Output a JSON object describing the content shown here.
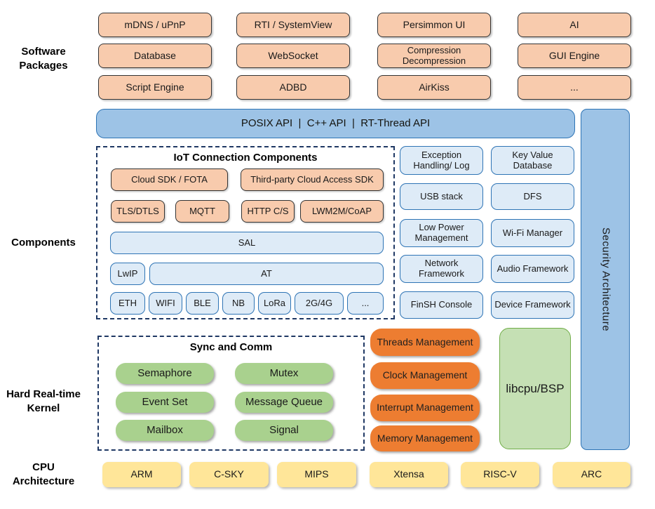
{
  "labels": {
    "software_packages": "Software Packages",
    "components": "Components",
    "kernel": "Hard Real-time Kernel",
    "cpu": "CPU Architecture"
  },
  "software_packages": {
    "items": [
      "mDNS / uPnP",
      "RTI / SystemView",
      "Persimmon UI",
      "AI",
      "Database",
      "WebSocket",
      "Compression Decompression",
      "GUI Engine",
      "Script Engine",
      "ADBD",
      "AirKiss",
      "..."
    ]
  },
  "api_bar": {
    "label": "POSIX API  |  C++ API  |  RT-Thread API"
  },
  "security": {
    "label": "Security Architecture"
  },
  "iot": {
    "title": "IoT Connection Components",
    "cloud_sdk": "Cloud SDK / FOTA",
    "third_party": "Third-party Cloud Access SDK",
    "protocols": [
      "TLS/DTLS",
      "MQTT",
      "HTTP C/S",
      "LWM2M/CoAP"
    ],
    "sal": "SAL",
    "lwip": "LwIP",
    "at": "AT",
    "links": [
      "ETH",
      "WIFI",
      "BLE",
      "NB",
      "LoRa",
      "2G/4G",
      "..."
    ]
  },
  "components": {
    "items": [
      "Exception Handling/ Log",
      "Key Value Database",
      "USB stack",
      "DFS",
      "Low Power Management",
      "Wi-Fi Manager",
      "Network Framework",
      "Audio Framework",
      "FinSH Console",
      "Device Framework"
    ]
  },
  "kernel": {
    "sync_title": "Sync and Comm",
    "sync_items": [
      "Semaphore",
      "Mutex",
      "Event Set",
      "Message Queue",
      "Mailbox",
      "Signal"
    ],
    "mgmt_items": [
      "Threads Management",
      "Clock Management",
      "Interrupt Management",
      "Memory Management"
    ],
    "libcpu": "libcpu/BSP"
  },
  "cpu": {
    "items": [
      "ARM",
      "C-SKY",
      "MIPS",
      "Xtensa",
      "RISC-V",
      "ARC"
    ]
  },
  "colors": {
    "peach": "#F8CBAD",
    "blue": "#9DC3E6",
    "blue_border": "#2E74B5",
    "lightblue": "#DEEBF7",
    "navy": "#1F3864",
    "green": "#A9D18E",
    "orange": "#ED7D31",
    "lightgreen": "#C5E0B4",
    "green_border": "#70AD47",
    "yellow": "#FFE699"
  }
}
